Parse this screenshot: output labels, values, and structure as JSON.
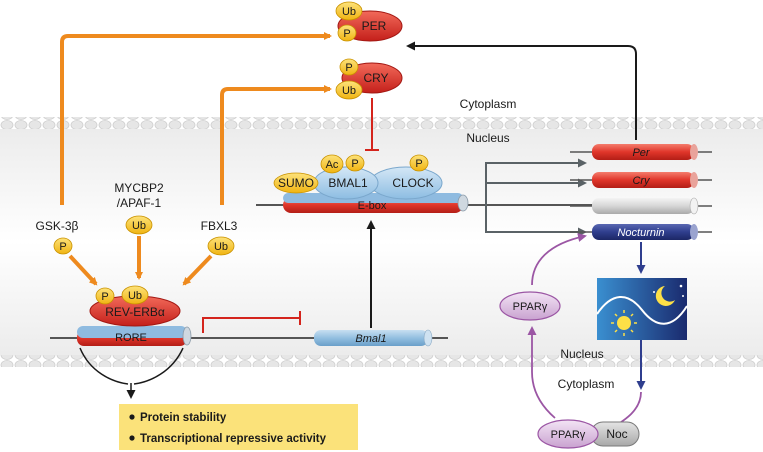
{
  "proteins": {
    "per": {
      "label": "PER",
      "mod_ub": "Ub",
      "mod_p": "P"
    },
    "cry": {
      "label": "CRY",
      "mod_p": "P",
      "mod_ub": "Ub"
    },
    "rev_erb": {
      "label": "REV-ERBα",
      "mod_p": "P",
      "mod_ub": "Ub"
    },
    "bmal1": {
      "label": "BMAL1"
    },
    "clock": {
      "label": "CLOCK"
    },
    "sumo": {
      "label": "SUMO"
    },
    "ac": {
      "label": "Ac"
    },
    "bmal1_p": {
      "label": "P"
    },
    "clock_p": {
      "label": "P"
    },
    "ppar_nuc": {
      "label": "PPARγ"
    },
    "ppar_cyto": {
      "label": "PPARγ"
    },
    "noc": {
      "label": "Noc"
    }
  },
  "regulators": {
    "gsk3b": {
      "label": "GSK-3β",
      "mod": "P"
    },
    "mycbp2": {
      "label_line1": "MYCBP2",
      "label_line2": "/APAF-1",
      "mod": "Ub"
    },
    "fbxl3": {
      "label": "FBXL3",
      "mod": "Ub"
    }
  },
  "dna": {
    "rore": "RORE",
    "bmal1_gene": "Bmal1",
    "ebox": "E-box",
    "per_gene": "Per",
    "cry_gene": "Cry",
    "nocturnin_gene": "Nocturnin"
  },
  "compartments": {
    "cytoplasm_top": "Cytoplasm",
    "nucleus_top": "Nucleus",
    "nucleus_bottom": "Nucleus",
    "cytoplasm_bottom": "Cytoplasm"
  },
  "outcome_box": {
    "items": [
      "Protein stability",
      "Transcriptional repressive activity"
    ]
  },
  "colors": {
    "orange_arrow": "#ee8a1e",
    "red_protein": "#e0302a",
    "yellow_mod": "#f5c018",
    "blue_protein": "#a9cde8",
    "purple": "#9b56a4",
    "gene_blue": "#2f3e8e",
    "outcome_bg": "#fbe27a",
    "membrane": "#e4e4e4"
  }
}
